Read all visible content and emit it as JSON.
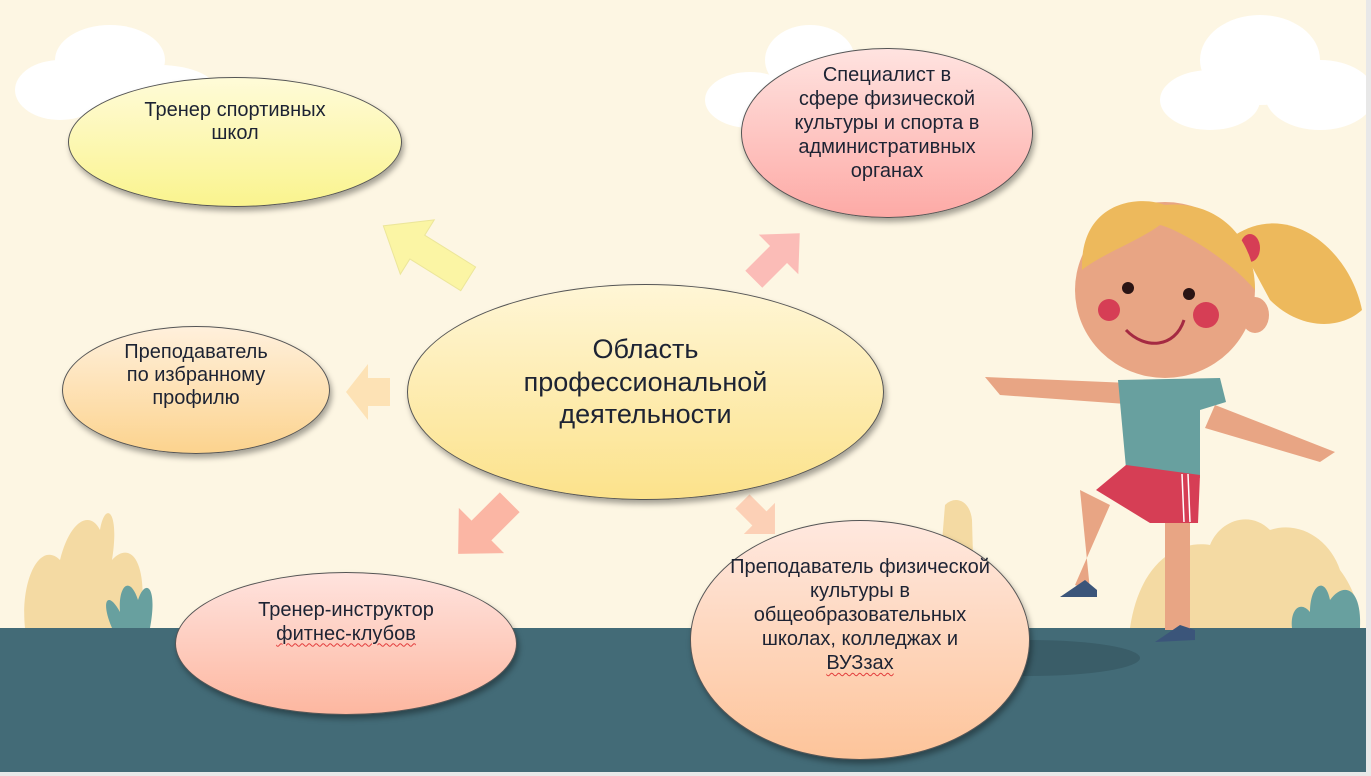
{
  "center": {
    "lines": [
      "Область",
      "профессиональной",
      "деятельности"
    ]
  },
  "nodes": {
    "sports_school_coach": "Тренер спортивных школ",
    "admin_specialist": "Специалист в сфере физической культуры и спорта в административных органах",
    "profile_teacher": "Преподаватель по избранному профилю",
    "fitness_instructor": {
      "line1": "Тренер-инструктор",
      "line2": "фитнес-клубов"
    },
    "pe_teacher": {
      "text": "Преподаватель физической культуры в общеобразовательных школах, колледжах и",
      "last": "ВУЗзах"
    }
  },
  "colors": {
    "background": "#fdf6e3",
    "ground": "#436b77",
    "text": "#1d2333"
  }
}
